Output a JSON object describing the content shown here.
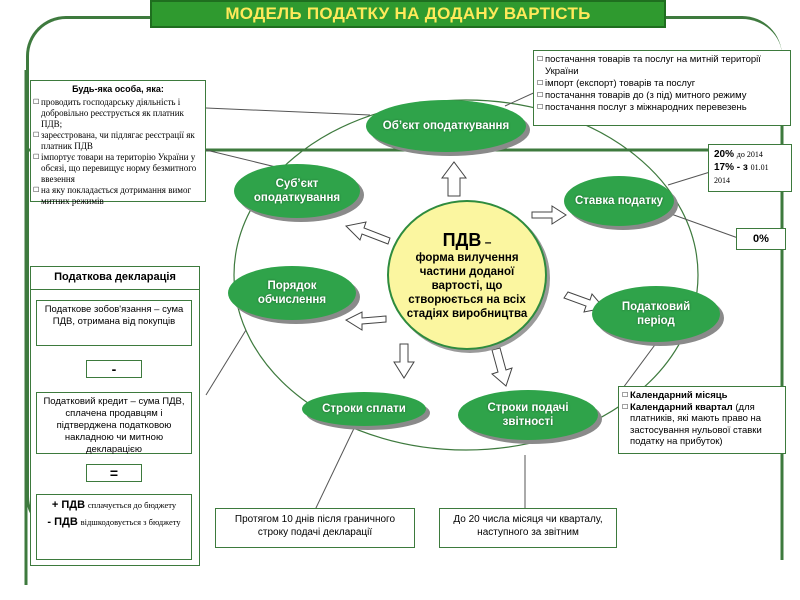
{
  "title": "МОДЕЛЬ ПОДАТКУ НА ДОДАНУ ВАРТІСТЬ",
  "center": {
    "line1": "ПДВ",
    "line1_suffix": " –",
    "line2": "форма вилучення частини доданої вартості, що створюється на всіх стадіях виробництва"
  },
  "ovals": {
    "object": "Об’єкт оподаткування",
    "subject": "Суб’єкт оподаткування",
    "rate": "Ставка податку",
    "calc": "Порядок обчислення",
    "period": "Податковий період",
    "pay": "Строки сплати",
    "report": "Строки подачі звітності"
  },
  "subject_box": {
    "heading": "Будь-яка особа, яка:",
    "items": [
      "проводить господарську діяльність і добровільно реєструється як платник ПДВ;",
      "зареєстрована, чи підлягає реєстрації як платник ПДВ",
      "імпортує товари на територію України у обсязі, що перевищує норму безмитного ввезення",
      "на яку покладається дотримання вимог митних режимів"
    ]
  },
  "object_box": {
    "items": [
      "постачання товарів та послуг на митній території України",
      "імпорт (експорт) товарів та послуг",
      "постачання товарів до (з під) митного режиму",
      "постачання послуг з міжнародних перевезень"
    ]
  },
  "rate_box": {
    "r1": "20%",
    "r1_note": "до 2014",
    "r2": "17%",
    "r2_note": "- з",
    "r2_date": "01.01 2014",
    "zero": "0%"
  },
  "period_box": {
    "items": [
      "Календарний місяць",
      "Календарний квартал",
      "(для платників, які мають право на застосування нульової ставки податку на прибуток)"
    ]
  },
  "pay_box": "Протягом 10 днів після граничного строку подачі декларації",
  "report_box": "До 20 числа місяця чи кварталу, наступного за звітним",
  "declaration": {
    "heading": "Податкова декларація",
    "liability": "Податкове зобов'язання – сума ПДВ, отримана від покупців",
    "minus": "-",
    "credit": "Податковий кредит – сума ПДВ, сплачена продавцям і підтверджена податковою накладною чи митною декларацією",
    "equals": "=",
    "plus_sign": "+ ПДВ",
    "plus_text": "сплачується до бюджету",
    "minus_sign": "- ПДВ",
    "minus_text": "відшкодовується з бюджету"
  },
  "colors": {
    "title_bg": "#2f9a2f",
    "title_text": "#ffe95a",
    "oval": "#2fa34a",
    "center_bg": "#fbf6a0"
  }
}
